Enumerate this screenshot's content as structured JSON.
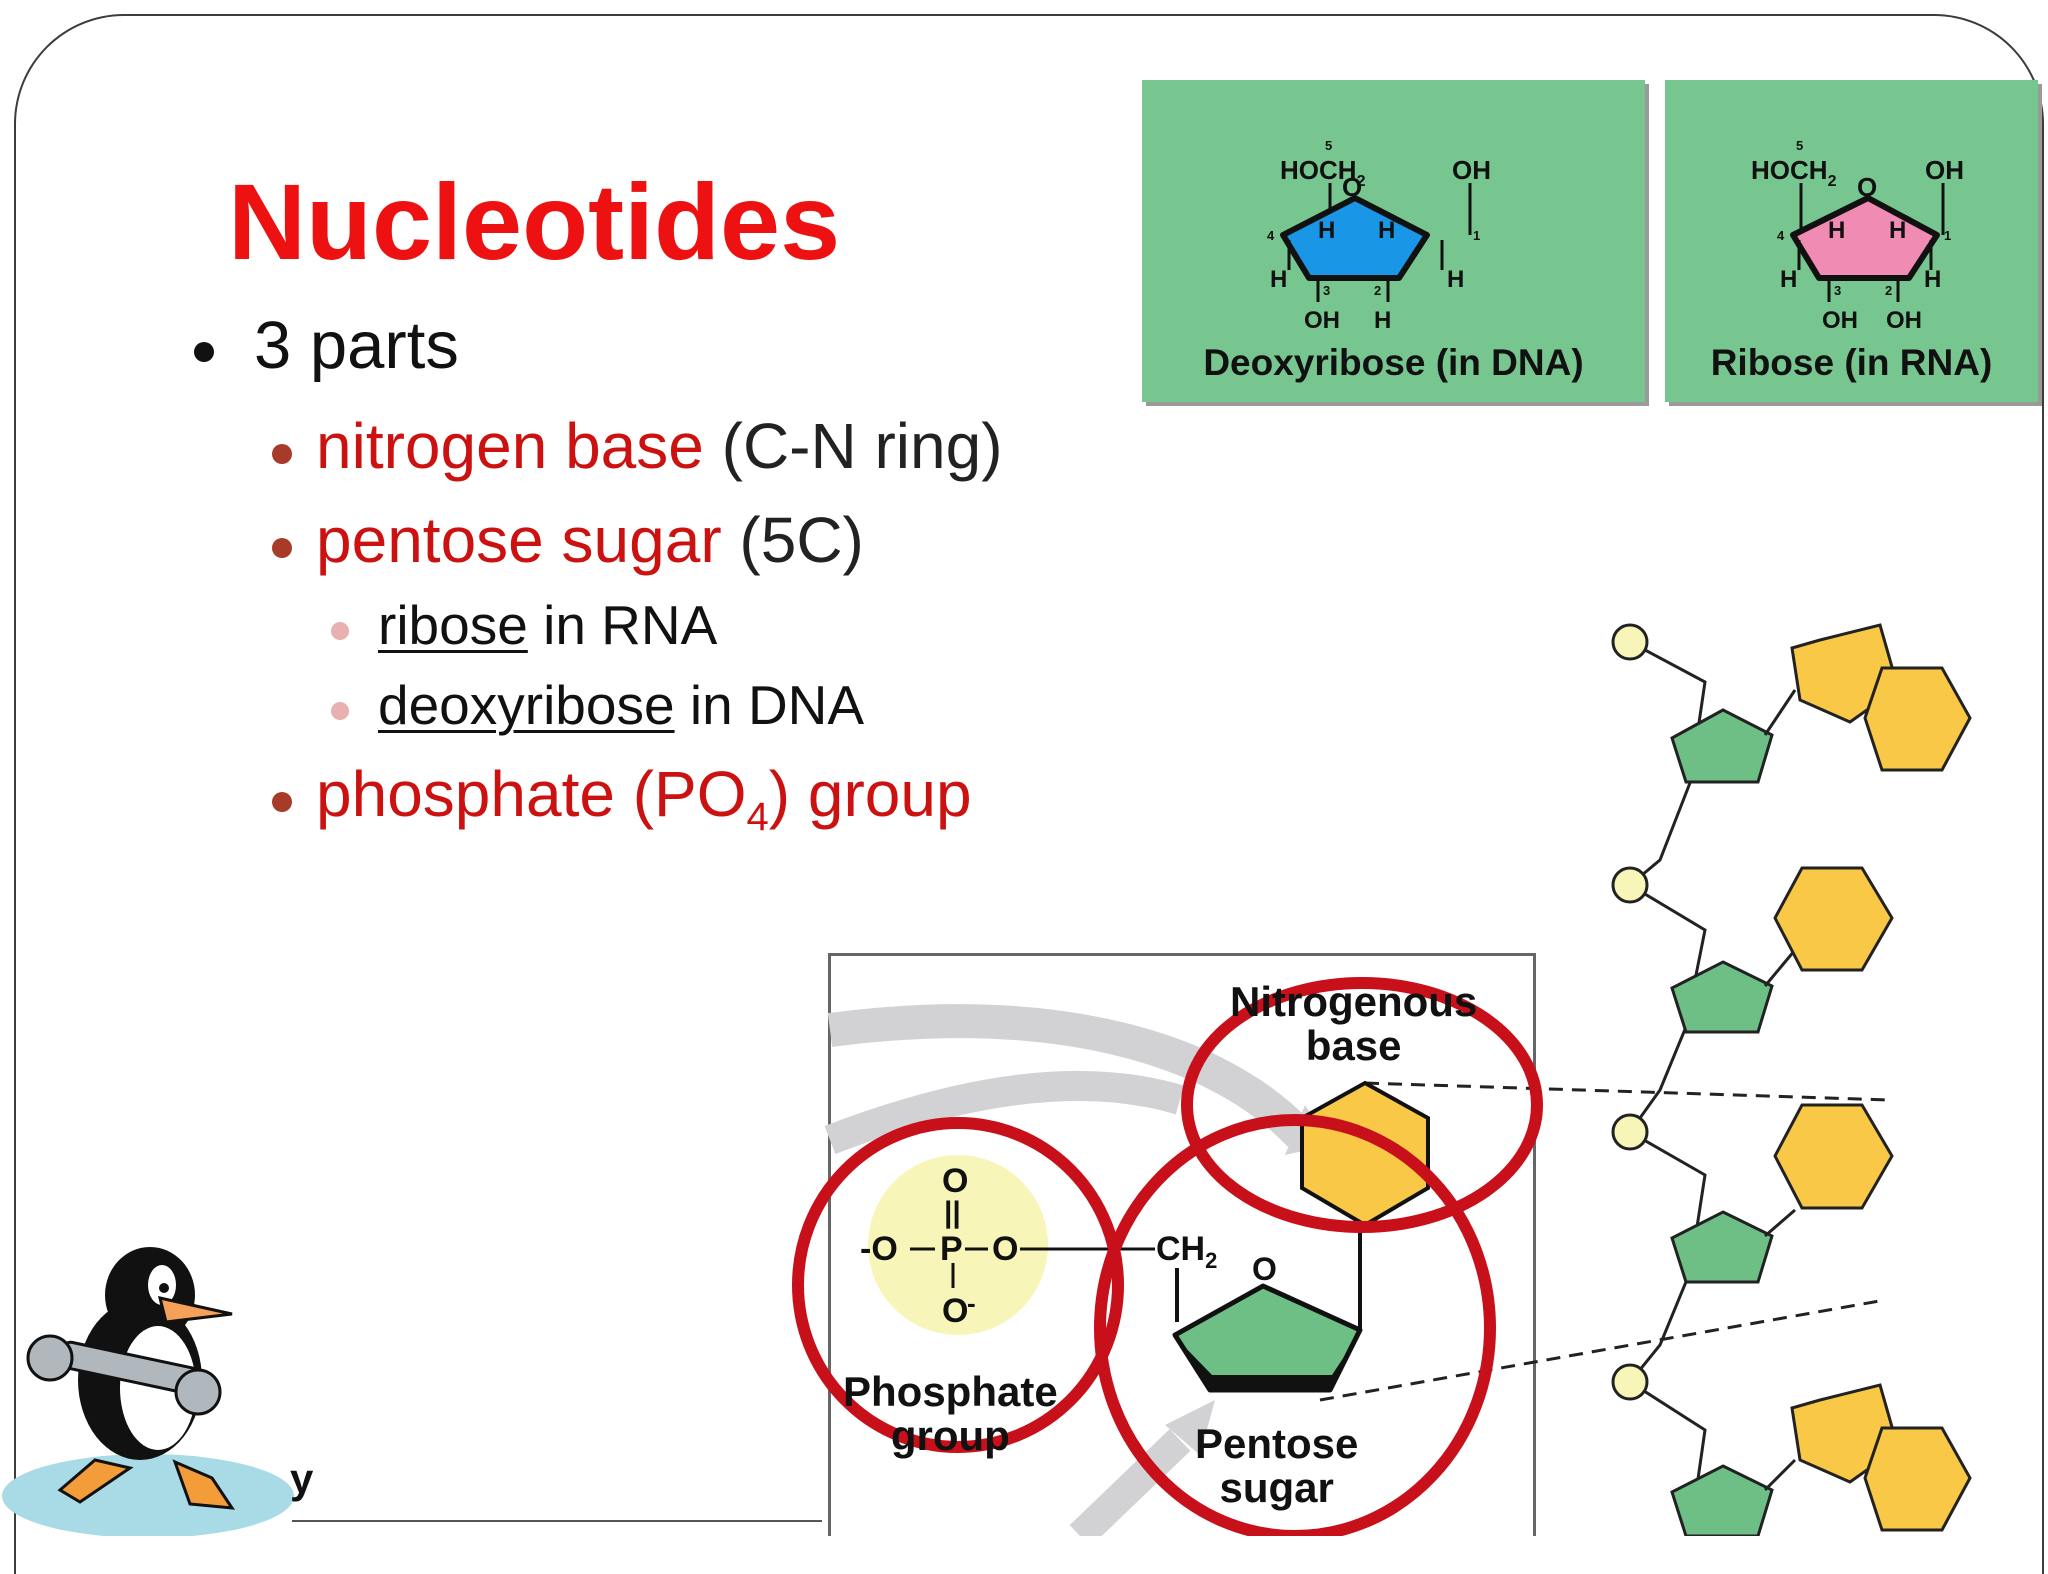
{
  "slide": {
    "title": "Nucleotides",
    "bullets": {
      "parts": "3 parts",
      "nitrogen_base": "nitrogen base",
      "nitrogen_base_note": "(C-N ring)",
      "pentose_sugar": "pentose sugar",
      "pentose_sugar_note": "(5C)",
      "ribose_word": "ribose",
      "ribose_rest": "in RNA",
      "deoxyribose_word": "deoxyribose",
      "deoxyribose_rest": "in DNA",
      "phosphate_pre": "phosphate (PO",
      "phosphate_sub": "4",
      "phosphate_post": ") group"
    },
    "footer_fragment": "y"
  },
  "sugars": {
    "deoxyribose": {
      "label": "Deoxyribose (in DNA)",
      "color": "#1a96e6",
      "c5_number": "5",
      "hoch2": "HOCH",
      "hoch2_sub": "2",
      "ring_o": "O",
      "oh_right": "OH",
      "c4": "4",
      "c1": "1",
      "c3": "3",
      "c2": "2",
      "h_inner_left": "H",
      "h_inner_right": "H",
      "h_outer_left": "H",
      "h_outer_right": "H",
      "bottom_left": "OH",
      "bottom_right": "H"
    },
    "ribose": {
      "label": "Ribose (in RNA)",
      "color": "#f08cb4",
      "c5_number": "5",
      "hoch2": "HOCH",
      "hoch2_sub": "2",
      "ring_o": "O",
      "oh_right": "OH",
      "c4": "4",
      "c1": "1",
      "c3": "3",
      "c2": "2",
      "h_inner_left": "H",
      "h_inner_right": "H",
      "h_outer_left": "H",
      "h_outer_right": "H",
      "bottom_left": "OH",
      "bottom_right": "OH"
    }
  },
  "nucleotide_diagram": {
    "nitrogenous_base": "Nitrogenous\nbase",
    "phosphate_group": "Phosphate\ngroup",
    "pentose_sugar": "Pentose\nsugar",
    "phosphate_top_o": "O",
    "phosphate_double": "||",
    "phosphate_left": "-O",
    "phosphate_p": "P",
    "phosphate_right_o": "O",
    "phosphate_bottom_o": "O",
    "phosphate_bottom_charge": "-",
    "ch2": "CH",
    "ch2_sub": "2",
    "ring_o": "O",
    "colors": {
      "base": "#f9c846",
      "sugar": "#6dbf86",
      "phosphate": "#f7f5b8",
      "highlight": "#c8101a"
    }
  }
}
